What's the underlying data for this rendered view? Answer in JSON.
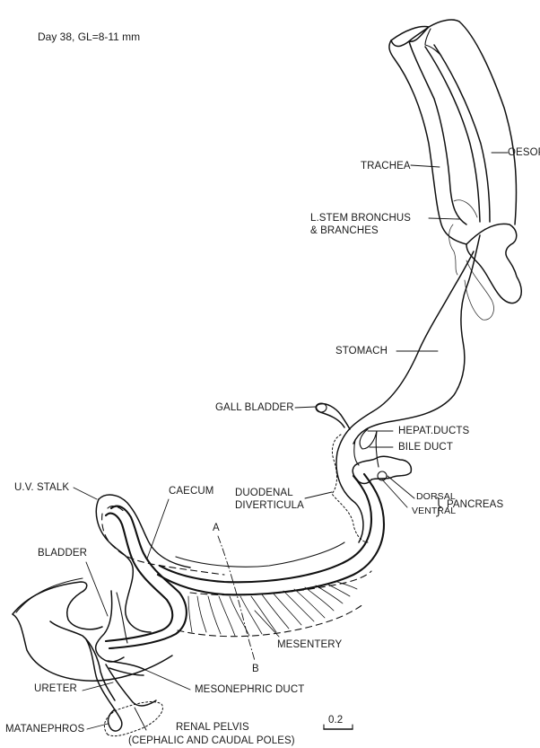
{
  "figure": {
    "stage_title": "Day 38, GL=8-11 mm",
    "scale_bar_label": "0.2"
  },
  "labels": {
    "oesoph": "OESOPH",
    "trachea": "TRACHEA",
    "stem_bronchus_line1": "L.STEM BRONCHUS",
    "stem_bronchus_line2": "& BRANCHES",
    "stomach": "STOMACH",
    "gall_bladder": "GALL BLADDER",
    "hepat_ducts": "HEPAT.DUCTS",
    "bile_duct": "BILE DUCT",
    "dorsal": "DORSAL",
    "ventral": "VENTRAL",
    "pancreas": "PANCREAS",
    "uv_stalk": "U.V. STALK",
    "caecum": "CAECUM",
    "duodenal_line1": "DUODENAL",
    "duodenal_line2": "DIVERTICULA",
    "section_a": "A",
    "section_b": "B",
    "bladder": "BLADDER",
    "mesentery": "MESENTERY",
    "ureter": "URETER",
    "mesonephric_duct": "MESONEPHRIC DUCT",
    "metanephros": "MATANEPHROS",
    "renal_pelvis_line1": "RENAL PELVIS",
    "renal_pelvis_line2": "(CEPHALIC AND CAUDAL POLES)"
  }
}
